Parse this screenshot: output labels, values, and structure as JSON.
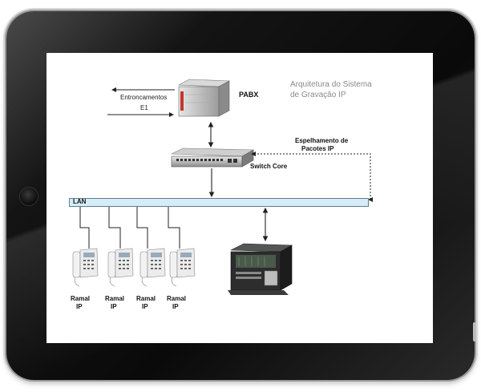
{
  "diagram": {
    "title_line1": "Arquitetura do Sistema",
    "title_line2": "de Gravação IP",
    "pabx_label": "PABX",
    "trunk_label": "Entroncamentos",
    "e1_label": "E1",
    "mirror_line1": "Espelhamento de",
    "mirror_line2": "Pacotes IP",
    "switch_label": "Switch Core",
    "lan_label": "LAN",
    "phones": [
      {
        "line1": "Ramal",
        "line2": "IP"
      },
      {
        "line1": "Ramal",
        "line2": "IP"
      },
      {
        "line1": "Ramal",
        "line2": "IP"
      },
      {
        "line1": "Ramal",
        "line2": "IP"
      }
    ]
  },
  "colors": {
    "bezel": "#111111",
    "lan_fill": "#d7ecf6",
    "lan_border": "#5a7f95",
    "title_gray": "#8a8a8a",
    "pabx_accent": "#c0392b"
  },
  "icons": [
    "pabx-server-icon",
    "network-switch-icon",
    "ip-phone-icon",
    "recording-server-icon"
  ]
}
